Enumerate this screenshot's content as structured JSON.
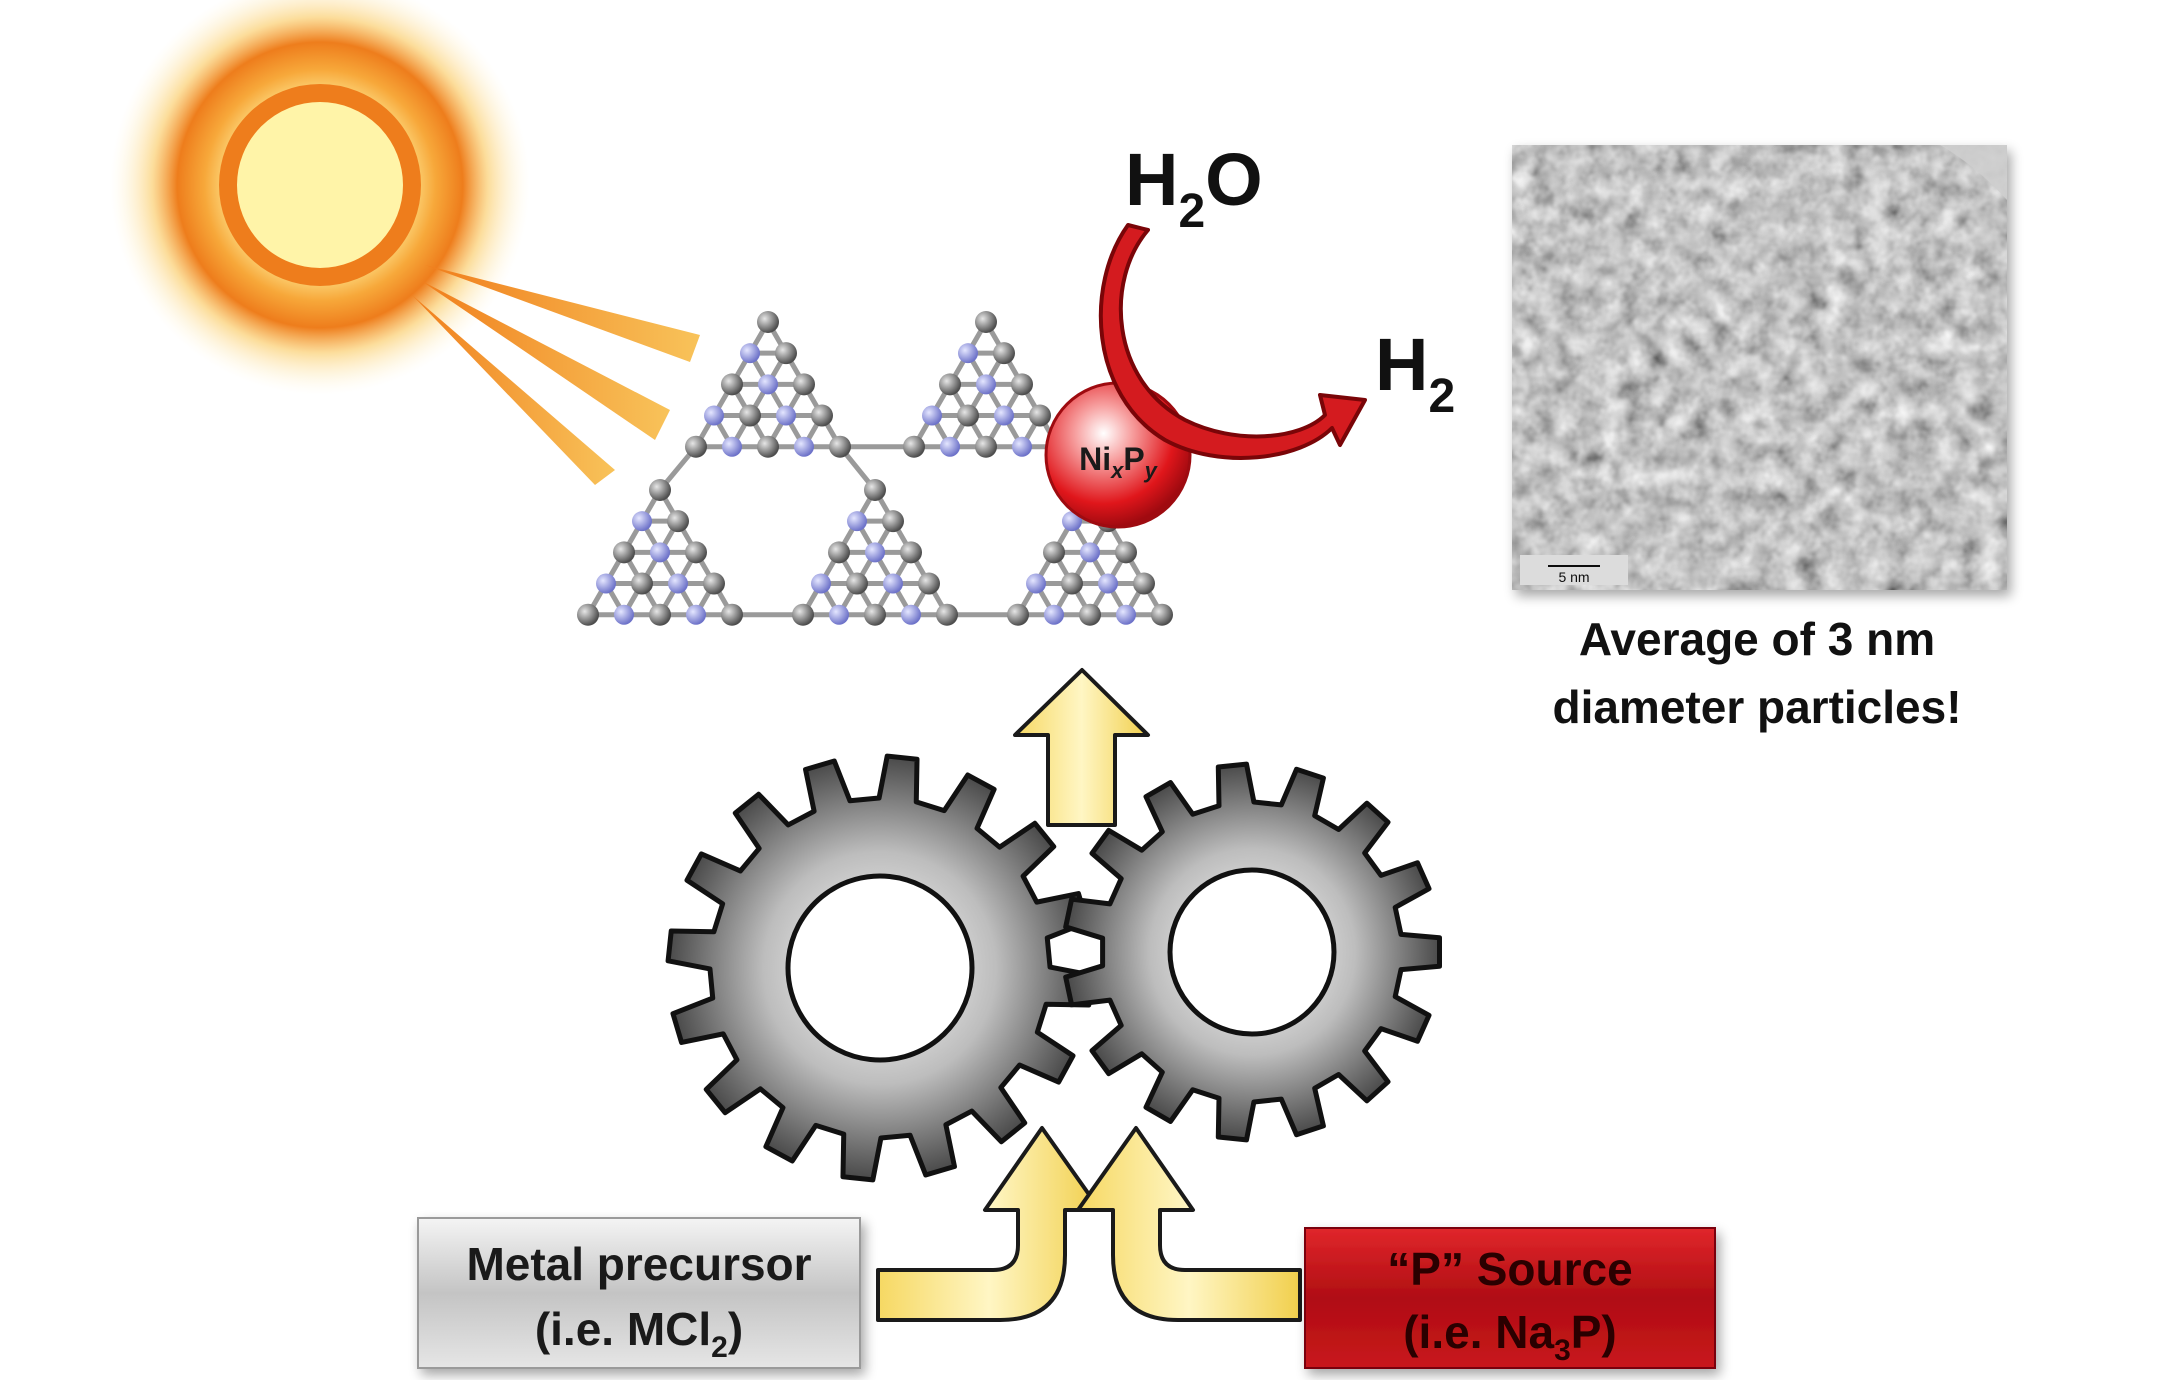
{
  "reaction": {
    "water": {
      "main": "H",
      "sub": "2",
      "tail": "O"
    },
    "hydrogen": {
      "main": "H",
      "sub": "2"
    }
  },
  "catalyst": {
    "ni": "Ni",
    "x": "x",
    "p": "P",
    "y": "y"
  },
  "tem": {
    "scale_bar": "5 nm",
    "caption_line1": "Average of 3 nm",
    "caption_line2": "diameter particles!"
  },
  "metal_box": {
    "line1": "Metal precursor",
    "line2_pre": "(i.e. MCl",
    "line2_sub": "2",
    "line2_post": ")"
  },
  "p_box": {
    "line1": "“P” Source",
    "line2_pre": "(i.e. Na",
    "line2_sub": "3",
    "line2_post": "P)"
  },
  "colors": {
    "sun_core": "#FFF3A0",
    "sun_ring": "#F08A1E",
    "ray": "#F5A623",
    "arrow_red": "#D0161B",
    "nitrogen": "#9FA3E8",
    "carbon": "#8C8C8C",
    "yellow_arrow": "#FBEA8E",
    "gear": "#6E6E6E",
    "p_box": "#C0151A",
    "metal_box": "#D6D6D6"
  }
}
